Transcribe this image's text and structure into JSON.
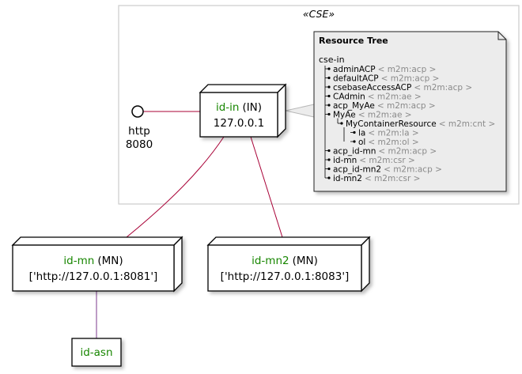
{
  "package": {
    "label": "«CSE»"
  },
  "interface": {
    "line1": "http",
    "line2": "8080"
  },
  "nodes": {
    "in": {
      "id": "id-in",
      "role": "(IN)",
      "address": "127.0.0.1"
    },
    "mn": {
      "id": "id-mn",
      "role": "(MN)",
      "address": "['http://127.0.0.1:8081']"
    },
    "mn2": {
      "id": "id-mn2",
      "role": "(MN)",
      "address": "['http://127.0.0.1:8083']"
    },
    "asn": {
      "id": "id-asn"
    }
  },
  "resource_tree": {
    "title": "Resource Tree",
    "root": "cse-in",
    "items": [
      {
        "name": "adminACP",
        "type": "< m2m:acp >"
      },
      {
        "name": "defaultACP",
        "type": "< m2m:acp >"
      },
      {
        "name": "csebaseAccessACP",
        "type": "< m2m:acp >"
      },
      {
        "name": "CAdmin",
        "type": "< m2m:ae >"
      },
      {
        "name": "acp_MyAe",
        "type": "< m2m:acp >"
      },
      {
        "name": "MyAe",
        "type": "< m2m:ae >"
      },
      {
        "name": "MyContainerResource",
        "type": "< m2m:cnt >"
      },
      {
        "name": "la",
        "type": "< m2m:la >"
      },
      {
        "name": "ol",
        "type": "< m2m:ol >"
      },
      {
        "name": "acp_id-mn",
        "type": "< m2m:acp >"
      },
      {
        "name": "id-mn",
        "type": "< m2m:csr >"
      },
      {
        "name": "acp_id-mn2",
        "type": "< m2m:acp >"
      },
      {
        "name": "id-mn2",
        "type": "< m2m:csr >"
      }
    ]
  },
  "colors": {
    "link": "#a80036",
    "link_asn": "#7b3a8c",
    "node_id": "#178600",
    "note_bg": "#ececec",
    "type_text": "#8a8a8a"
  }
}
